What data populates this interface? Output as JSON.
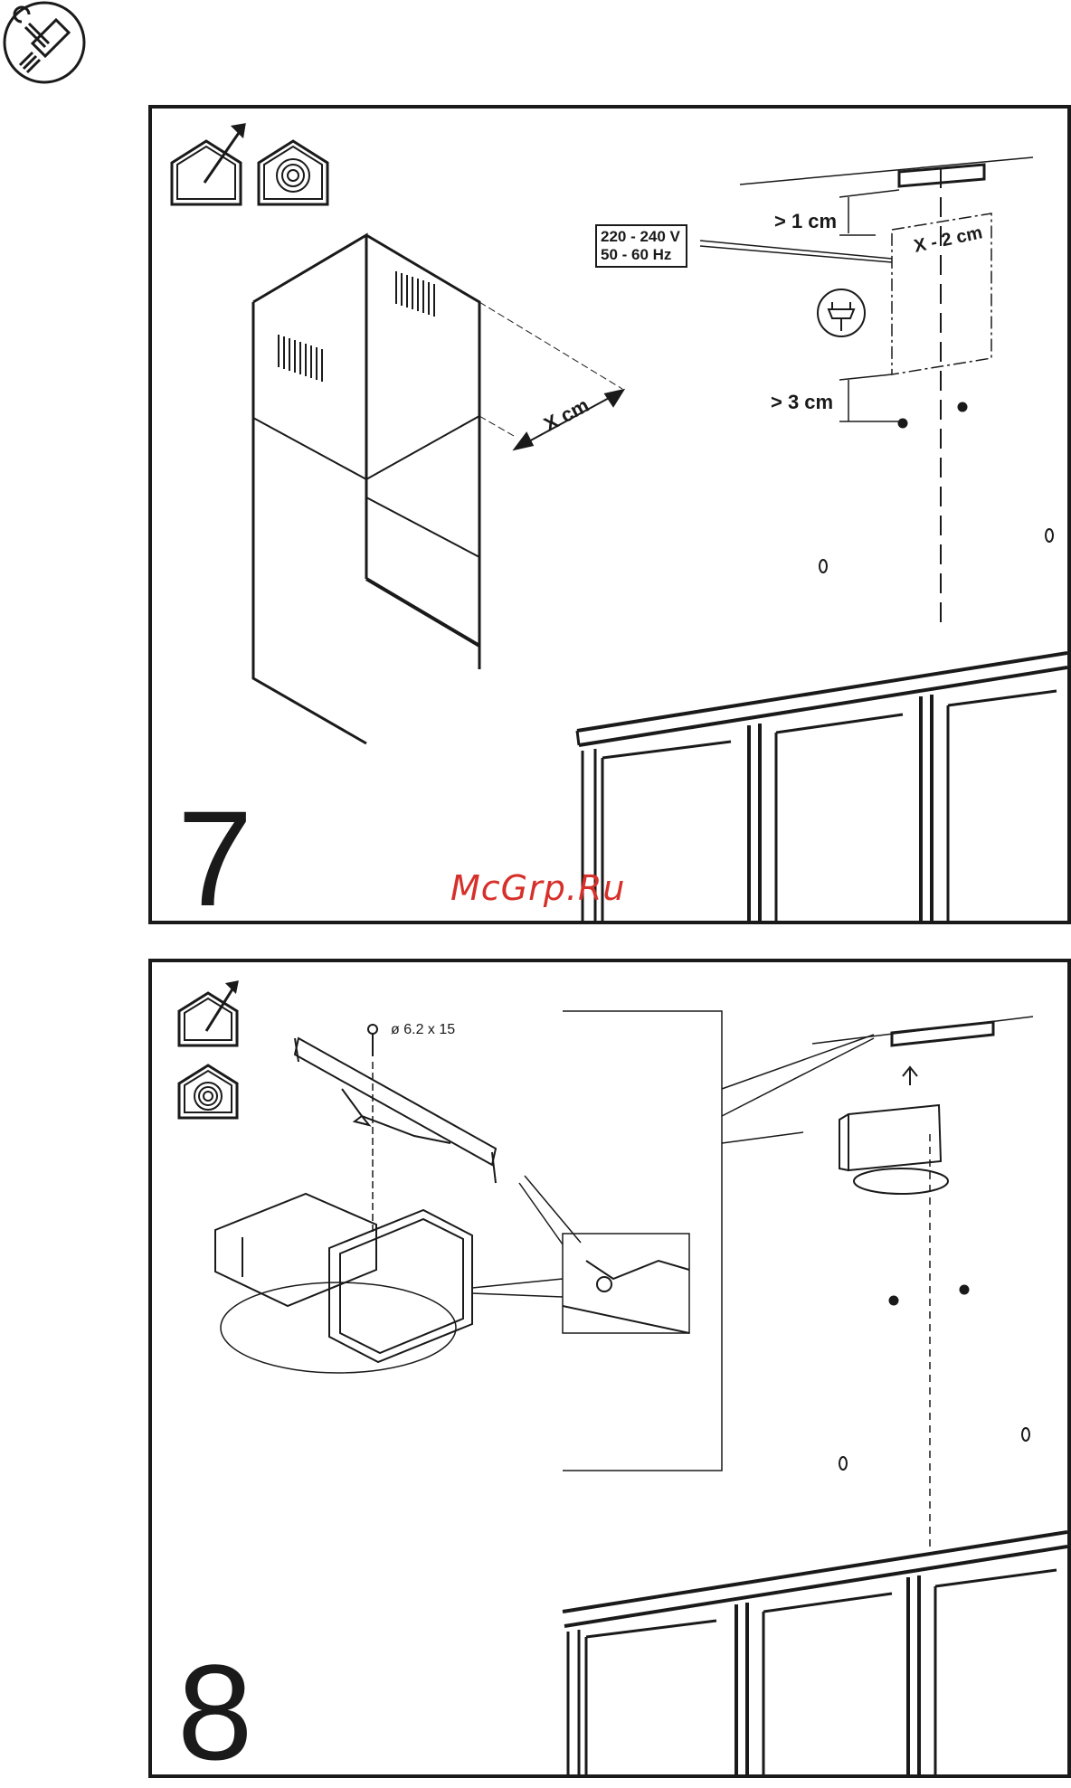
{
  "header": {
    "icon": "tools-icon"
  },
  "steps": [
    {
      "number": "7",
      "mode_icons": [
        "ducted-mode-icon",
        "recirculation-mode-icon"
      ],
      "dimensions": {
        "chimney_width": "X cm",
        "bracket_spacing": "X - 2 cm",
        "top_clearance": "> 1 cm",
        "screw_clearance": "> 3 cm"
      },
      "power": {
        "voltage": "220 - 240 V",
        "frequency": "50 - 60 Hz",
        "icon": "plug-icon"
      }
    },
    {
      "number": "8",
      "mode_icons": [
        "ducted-mode-icon",
        "recirculation-mode-icon"
      ],
      "screw": "ø 6.2 x 15"
    }
  ],
  "watermark": "McGrp.Ru"
}
